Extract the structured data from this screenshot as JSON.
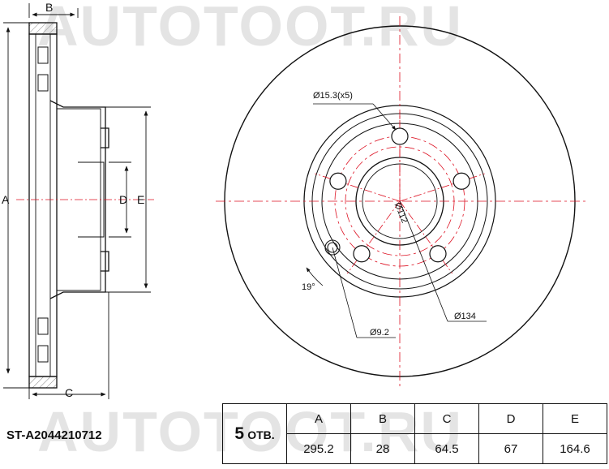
{
  "watermark": "AUTOTOOT.RU",
  "part_number": "ST-A2044210712",
  "side_labels": {
    "a": "A",
    "b": "B",
    "c": "C",
    "d": "D",
    "e": "E"
  },
  "annotations": {
    "bolt_hole": "Ø15.3(x5)",
    "pcd": "Ø112",
    "angle": "19°",
    "small_hole": "Ø9.2",
    "hub": "Ø134"
  },
  "spec_table": {
    "holes_count": "5",
    "holes_unit": "ОТВ.",
    "headers": [
      "A",
      "B",
      "C",
      "D",
      "E"
    ],
    "values": [
      "295.2",
      "28",
      "64.5",
      "67",
      "164.6"
    ]
  }
}
